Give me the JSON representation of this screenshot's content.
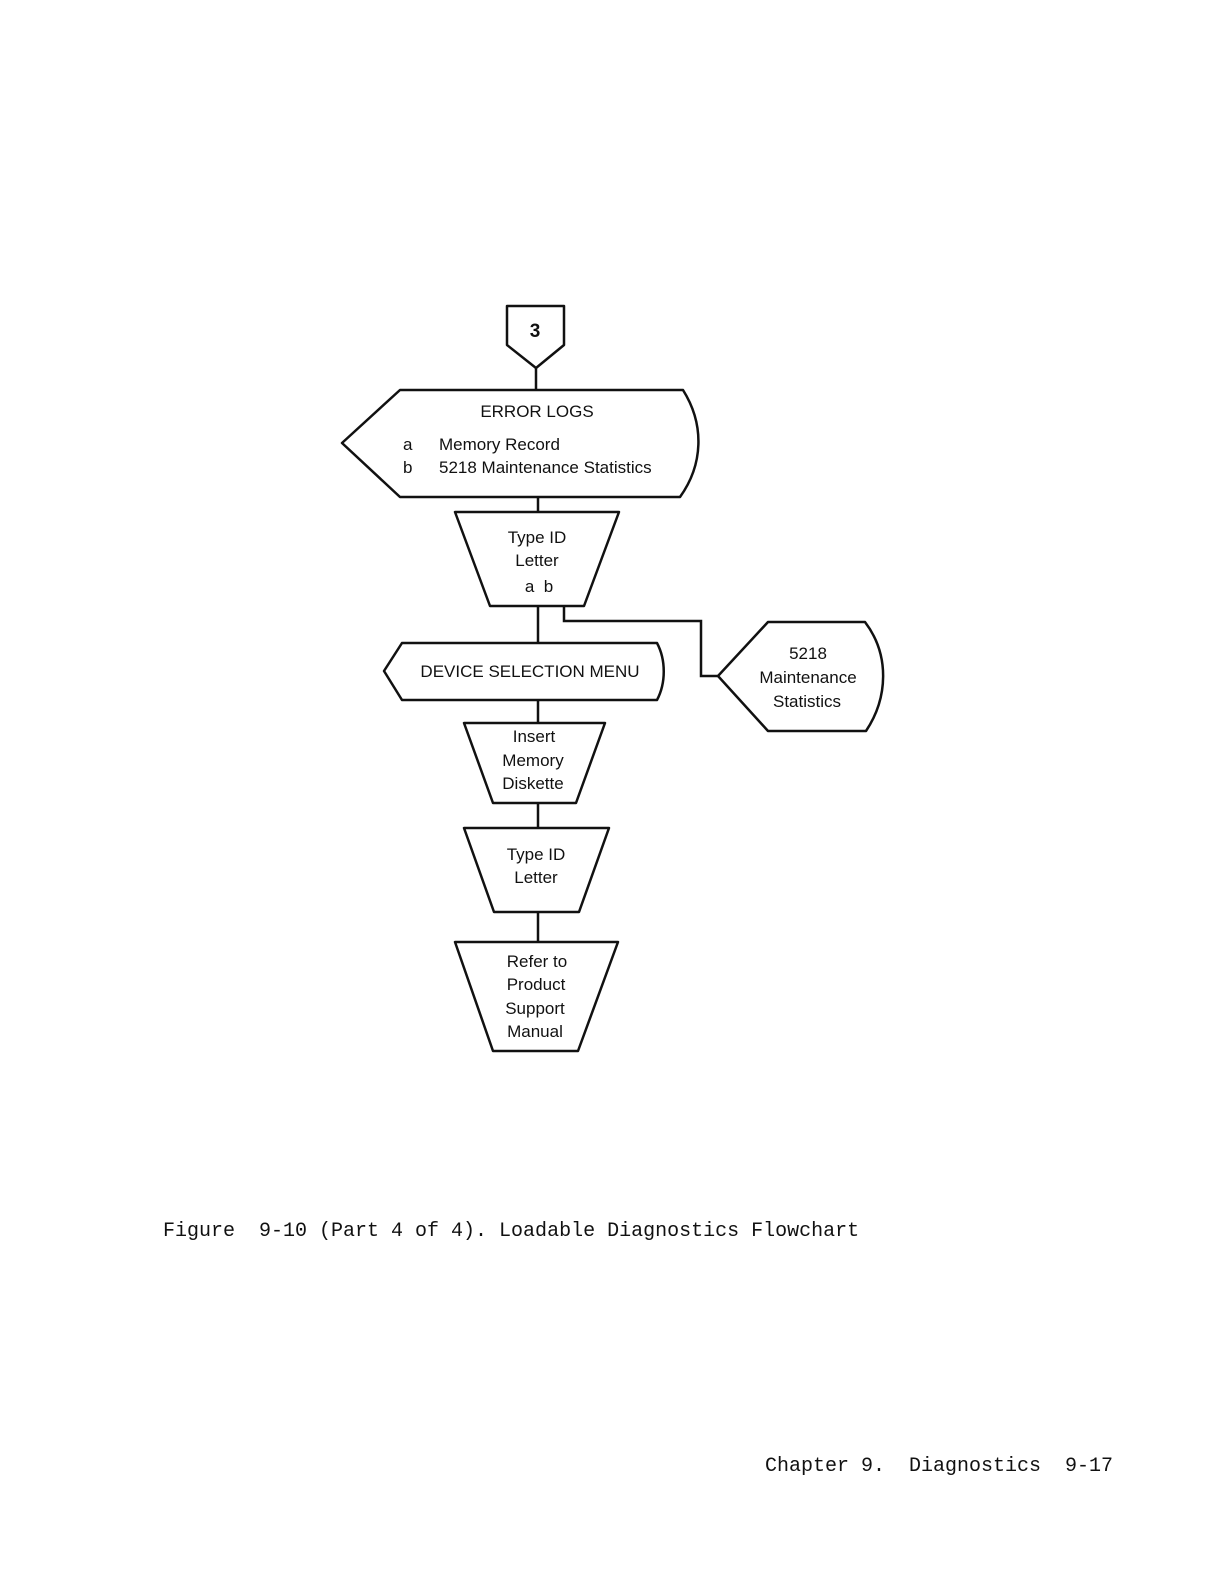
{
  "flowchart": {
    "connector": {
      "label": "3"
    },
    "error_logs": {
      "title": "ERROR LOGS",
      "items": [
        {
          "key": "a",
          "text": "Memory Record"
        },
        {
          "key": "b",
          "text": "5218 Maintenance Statistics"
        }
      ]
    },
    "type_id_1": {
      "lines": [
        "Type ID",
        "Letter",
        "a  b"
      ]
    },
    "device_menu": {
      "label": "DEVICE SELECTION MENU"
    },
    "maintenance_stats": {
      "lines": [
        "5218",
        "Maintenance",
        "Statistics"
      ]
    },
    "insert_memory": {
      "lines": [
        "Insert",
        "Memory",
        "Diskette"
      ]
    },
    "type_id_2": {
      "lines": [
        "Type ID",
        "Letter"
      ]
    },
    "refer_manual": {
      "lines": [
        "Refer to",
        "Product",
        "Support",
        "Manual"
      ]
    }
  },
  "caption": "Figure  9-10 (Part 4 of 4). Loadable Diagnostics Flowchart",
  "footer": "Chapter 9.  Diagnostics  9-17"
}
